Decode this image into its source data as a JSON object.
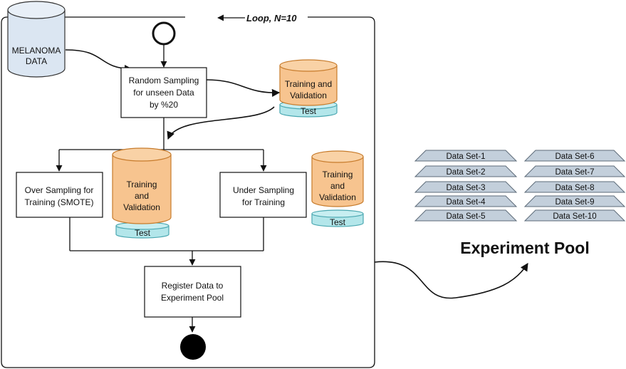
{
  "loop_label": "Loop, N=10",
  "source": {
    "line1": "MELANOMA",
    "line2": "DATA"
  },
  "random_sampling": {
    "line1": "Random Sampling",
    "line2": "for unseen Data",
    "line3": "by %20"
  },
  "top_db": {
    "line1": "Training and",
    "line2": "Validation",
    "test": "Test"
  },
  "over_sampling": {
    "line1": "Over Sampling for",
    "line2": "Training (SMOTE)"
  },
  "left_db": {
    "line1": "Training",
    "line2": "and",
    "line3": "Validation",
    "test": "Test"
  },
  "under_sampling": {
    "line1": "Under Sampling",
    "line2": "for Training"
  },
  "right_db": {
    "line1": "Training",
    "line2": "and",
    "line3": "Validation",
    "test": "Test"
  },
  "register": {
    "line1": "Register Data to",
    "line2": "Experiment Pool"
  },
  "pool": {
    "title": "Experiment Pool",
    "left_sets": [
      "Data Set-1",
      "Data Set-2",
      "Data Set-3",
      "Data Set-4",
      "Data Set-5"
    ],
    "right_sets": [
      "Data Set-6",
      "Data Set-7",
      "Data Set-8",
      "Data Set-9",
      "Data Set-10"
    ]
  },
  "colors": {
    "orange": "#f7c48f",
    "orange_stroke": "#c77b2b",
    "teal": "#b3e6ea",
    "teal_stroke": "#4aa7b0",
    "source_fill": "#dbe6f2",
    "dataset_fill": "#c3cfdb",
    "dataset_stroke": "#5d6b78"
  }
}
